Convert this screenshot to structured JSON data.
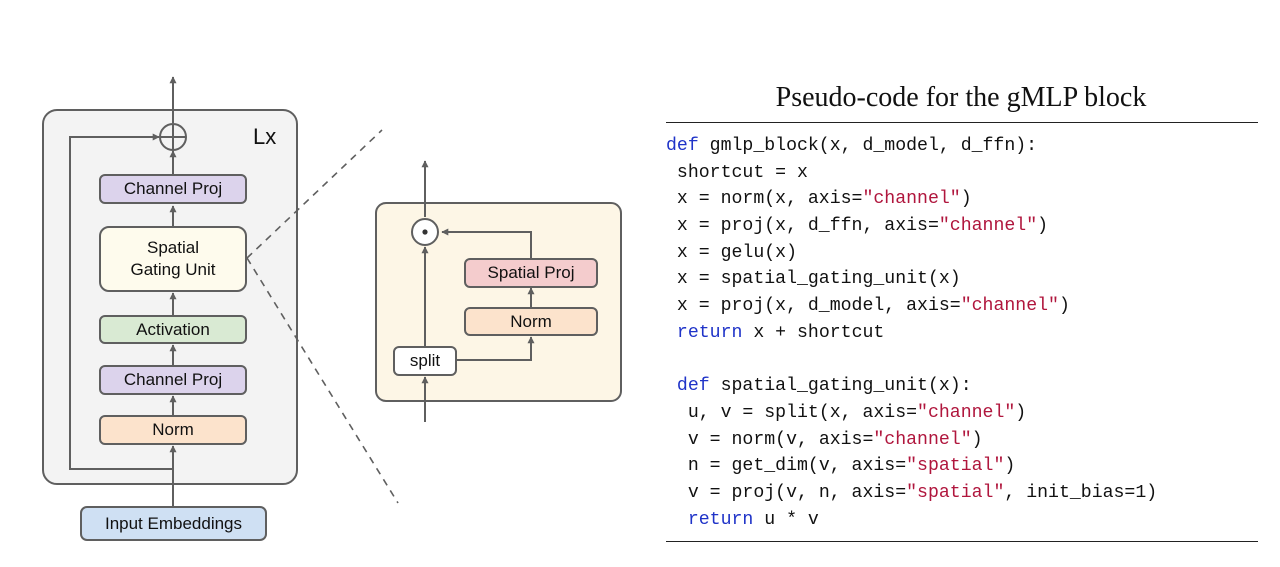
{
  "block_diagram": {
    "repeat_label": "Lx",
    "channel_proj_top": "Channel Proj",
    "spatial_gating_unit": "Spatial\nGating Unit",
    "activation": "Activation",
    "channel_proj_bottom": "Channel Proj",
    "norm": "Norm",
    "input_embeddings": "Input Embeddings"
  },
  "sgu_diagram": {
    "spatial_proj": "Spatial Proj",
    "norm": "Norm",
    "split": "split"
  },
  "code_panel": {
    "title": "Pseudo-code for the gMLP block",
    "lines": [
      {
        "indent": "",
        "tokens": [
          {
            "t": "kw",
            "v": "def"
          },
          {
            "t": "txt",
            "v": " gmlp_block(x, d_model, d_ffn):"
          }
        ]
      },
      {
        "indent": " ",
        "tokens": [
          {
            "t": "txt",
            "v": "shortcut = x"
          }
        ]
      },
      {
        "indent": " ",
        "tokens": [
          {
            "t": "txt",
            "v": "x = norm(x, axis="
          },
          {
            "t": "str",
            "v": "\"channel\""
          },
          {
            "t": "txt",
            "v": ")"
          }
        ]
      },
      {
        "indent": " ",
        "tokens": [
          {
            "t": "txt",
            "v": "x = proj(x, d_ffn, axis="
          },
          {
            "t": "str",
            "v": "\"channel\""
          },
          {
            "t": "txt",
            "v": ")"
          }
        ]
      },
      {
        "indent": " ",
        "tokens": [
          {
            "t": "txt",
            "v": "x = gelu(x)"
          }
        ]
      },
      {
        "indent": " ",
        "tokens": [
          {
            "t": "txt",
            "v": "x = spatial_gating_unit(x)"
          }
        ]
      },
      {
        "indent": " ",
        "tokens": [
          {
            "t": "txt",
            "v": "x = proj(x, d_model, axis="
          },
          {
            "t": "str",
            "v": "\"channel\""
          },
          {
            "t": "txt",
            "v": ")"
          }
        ]
      },
      {
        "indent": " ",
        "tokens": [
          {
            "t": "kw",
            "v": "return"
          },
          {
            "t": "txt",
            "v": " x + shortcut"
          }
        ]
      },
      {
        "indent": "",
        "tokens": []
      },
      {
        "indent": " ",
        "tokens": [
          {
            "t": "kw",
            "v": "def"
          },
          {
            "t": "txt",
            "v": " spatial_gating_unit(x):"
          }
        ]
      },
      {
        "indent": "  ",
        "tokens": [
          {
            "t": "txt",
            "v": "u, v = split(x, axis="
          },
          {
            "t": "str",
            "v": "\"channel\""
          },
          {
            "t": "txt",
            "v": ")"
          }
        ]
      },
      {
        "indent": "  ",
        "tokens": [
          {
            "t": "txt",
            "v": "v = norm(v, axis="
          },
          {
            "t": "str",
            "v": "\"channel\""
          },
          {
            "t": "txt",
            "v": ")"
          }
        ]
      },
      {
        "indent": "  ",
        "tokens": [
          {
            "t": "txt",
            "v": "n = get_dim(v, axis="
          },
          {
            "t": "str",
            "v": "\"spatial\""
          },
          {
            "t": "txt",
            "v": ")"
          }
        ]
      },
      {
        "indent": "  ",
        "tokens": [
          {
            "t": "txt",
            "v": "v = proj(v, n, axis="
          },
          {
            "t": "str",
            "v": "\"spatial\""
          },
          {
            "t": "txt",
            "v": ", init_bias=1)"
          }
        ]
      },
      {
        "indent": "  ",
        "tokens": [
          {
            "t": "kw",
            "v": "return"
          },
          {
            "t": "txt",
            "v": " u * v"
          }
        ]
      }
    ]
  },
  "colors": {
    "keyword": "#1f33c8",
    "string": "#b0163d",
    "channel_proj_fill": "#dcd3ec",
    "activation_fill": "#d9ead3",
    "norm_fill": "#fce3cc",
    "spatial_proj_fill": "#f4cccd",
    "input_fill": "#cfe0f3",
    "gating_unit_fill": "#fefbed",
    "panel_fill": "#f3f3f3",
    "sgu_panel_fill": "#fdf6e6"
  }
}
